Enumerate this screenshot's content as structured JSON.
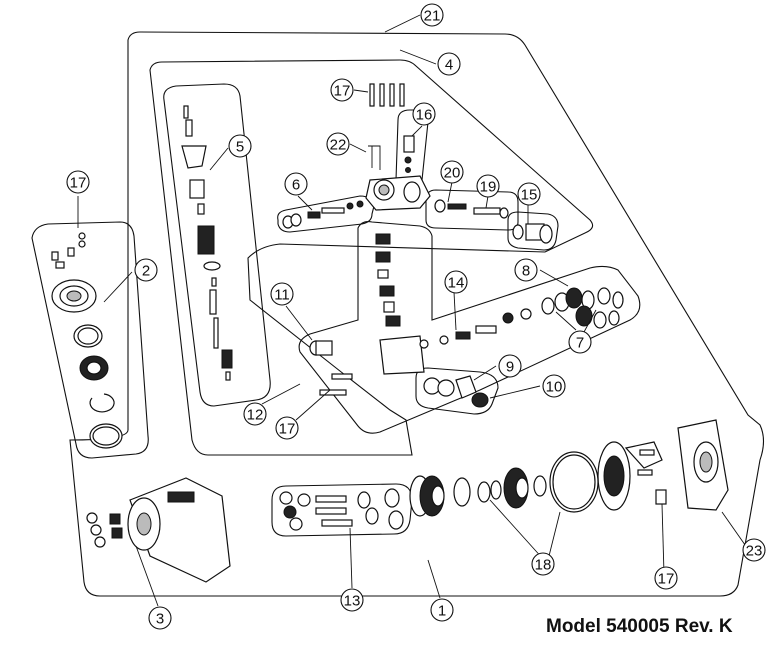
{
  "model_label": "Model 540005 Rev. K",
  "callouts": [
    "1",
    "2",
    "3",
    "4",
    "5",
    "6",
    "7",
    "8",
    "9",
    "10",
    "11",
    "12",
    "13",
    "14",
    "15",
    "16",
    "17",
    "18",
    "19",
    "20",
    "21",
    "22",
    "23"
  ]
}
